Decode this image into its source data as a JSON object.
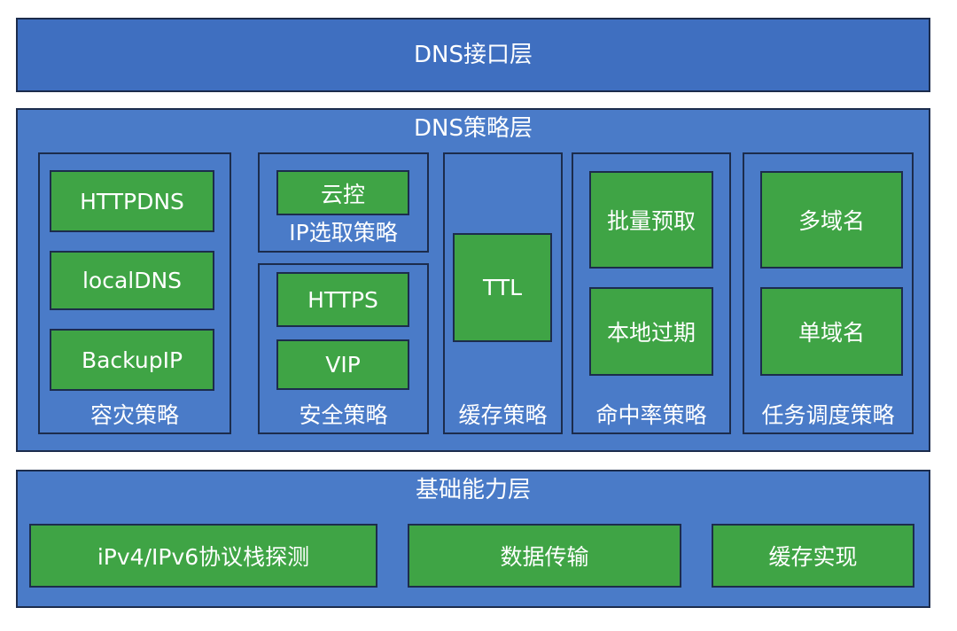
{
  "interface_layer": {
    "title": "DNS接口层"
  },
  "strategy_layer": {
    "title": "DNS策略层",
    "disaster": {
      "label": "容灾策略",
      "items": [
        "HTTPDNS",
        "localDNS",
        "BackupIP"
      ]
    },
    "ip_select": {
      "label": "IP选取策略",
      "items": [
        "云控"
      ]
    },
    "security": {
      "label": "安全策略",
      "items": [
        "HTTPS",
        "VIP"
      ]
    },
    "cache": {
      "label": "缓存策略",
      "items": [
        "TTL"
      ]
    },
    "hit_rate": {
      "label": "命中率策略",
      "items": [
        "批量预取",
        "本地过期"
      ]
    },
    "task": {
      "label": "任务调度策略",
      "items": [
        "多域名",
        "单域名"
      ]
    }
  },
  "base_layer": {
    "title": "基础能力层",
    "items": [
      "iPv4/IPv6协议栈探测",
      "数据传输",
      "缓存实现"
    ]
  },
  "colors": {
    "layer_blue": "#4a7bc8",
    "box_green": "#3fa445",
    "border": "#1c2c4c"
  }
}
